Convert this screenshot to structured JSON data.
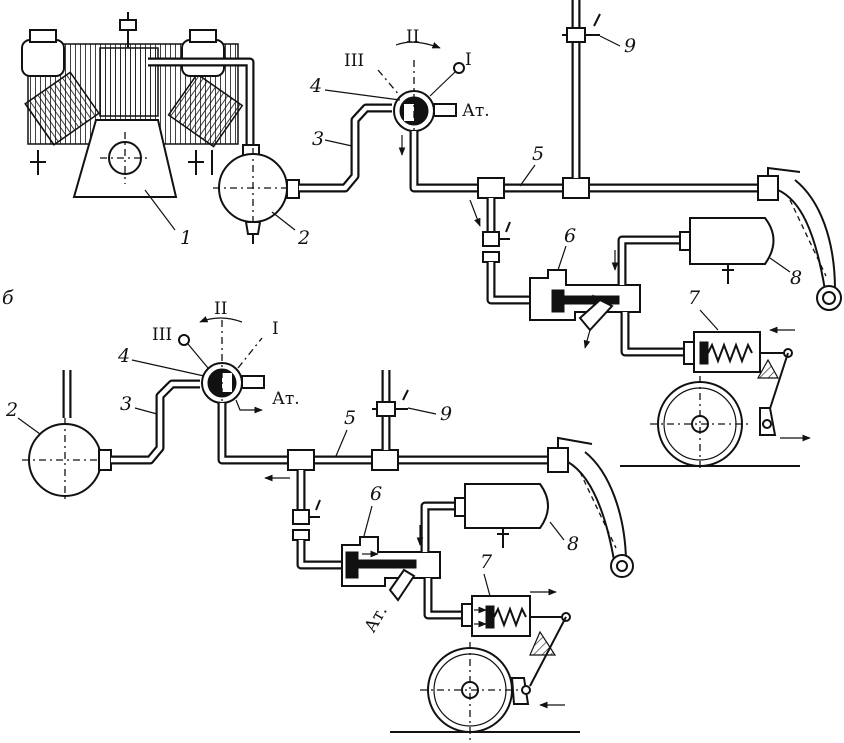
{
  "diagram": {
    "section_a": {
      "callouts": [
        "1",
        "2",
        "3",
        "4",
        "5",
        "6",
        "7",
        "8",
        "9"
      ],
      "positions": [
        "I",
        "II",
        "III"
      ],
      "atm": "Ат."
    },
    "section_b": {
      "letter": "б",
      "callouts": [
        "2",
        "3",
        "4",
        "5",
        "6",
        "7",
        "8",
        "9"
      ],
      "positions": [
        "I",
        "II",
        "III"
      ],
      "atm_valve": "Ат.",
      "atm_control": "Ат."
    }
  }
}
